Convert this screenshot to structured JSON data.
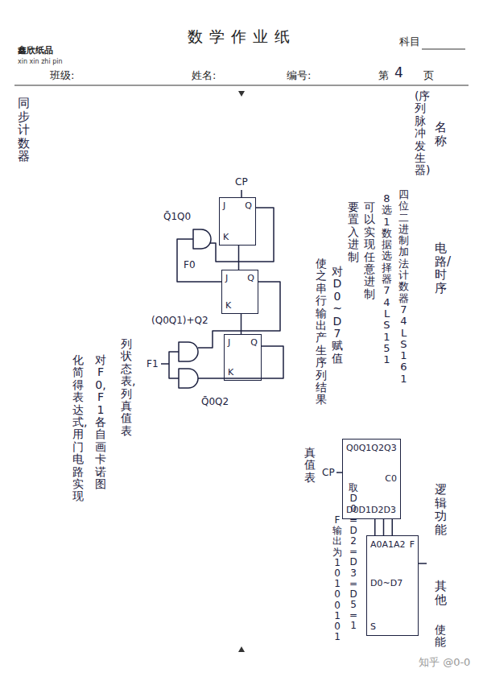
{
  "diagram": {
    "title": "数学作业纸",
    "nodes": [
      {
        "text": [
          "J",
          "Q",
          "K"
        ]
      },
      {
        "text": [
          "J",
          "Q",
          "K"
        ]
      },
      {
        "text": [
          "J",
          "Q",
          "K"
        ]
      },
      {
        "text": [
          "Q0Q1Q2Q3",
          "D0D1D2D3",
          "C0"
        ]
      },
      {
        "text": [
          "A0A1A2",
          "D0~D7",
          "F",
          "S"
        ]
      }
    ],
    "edges": [
      {
        "from": 0,
        "to": 1,
        "arrow": "none"
      },
      {
        "from": 1,
        "to": 2,
        "arrow": "none"
      },
      {
        "from": 3,
        "to": 4,
        "arrow": "none"
      },
      {
        "from": 3,
        "to": 4,
        "arrow": "none"
      },
      {
        "from": 3,
        "to": 4,
        "arrow": "none"
      }
    ],
    "labels": [
      "鑫欣纸品",
      "xin xin zhi pin",
      "科目",
      "班级:",
      "姓名:",
      "编号:",
      "第",
      "4",
      "页",
      "名称",
      "电路/时序",
      "逻辑功能",
      "其他",
      "(序列脉冲发生器)",
      "四位二进制加法计数器74LS161",
      "8选1数据选择器74LS151",
      "可以实现任意进制",
      "要置入进制",
      "对D0~D7赋值",
      "使之串行输出产生序列结果",
      "CP",
      "真值表",
      "取D0=D2=D3=D5=1",
      "F输出为10100101",
      "使能",
      "同步计数器",
      "CP",
      "Q̄1Q0",
      "F0",
      "F1",
      "(Q0Q1)+Q2",
      "Q̄0Q2",
      "列状态表,列真值表",
      "对F0,F1各自画卡诺图",
      "化简得表达式,用门电路实现",
      "知乎 @0-0"
    ]
  }
}
